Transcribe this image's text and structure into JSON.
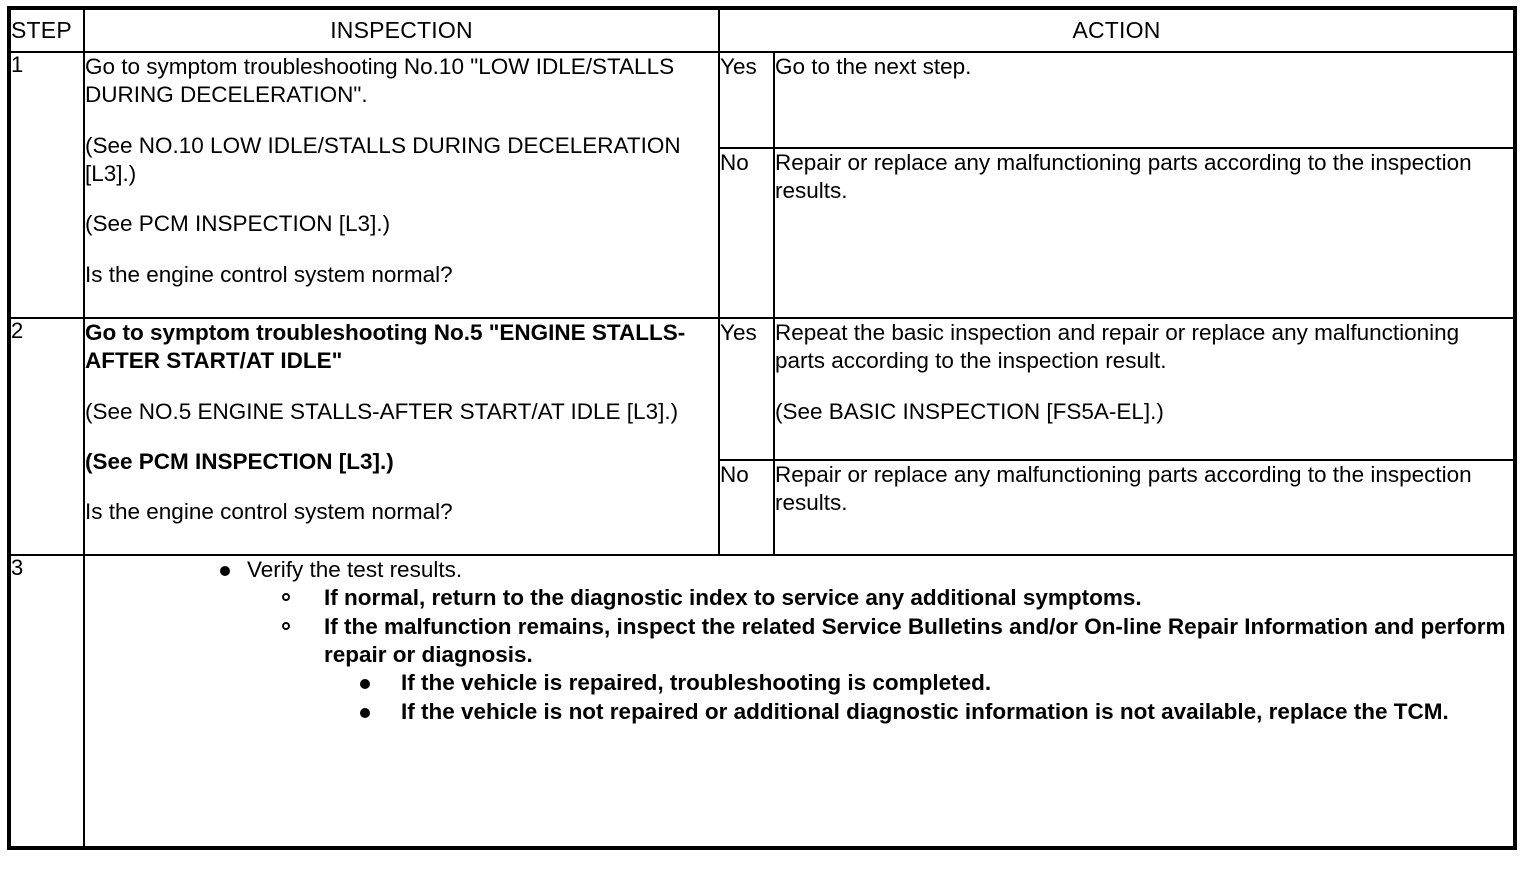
{
  "table": {
    "headers": {
      "step": "STEP",
      "inspection": "INSPECTION",
      "action": "ACTION"
    },
    "rows": [
      {
        "step": "1",
        "inspection_paragraphs": [
          "Go to symptom troubleshooting No.10 \"LOW IDLE/STALLS DURING DECELERATION\".",
          "(See NO.10 LOW IDLE/STALLS DURING DECELERATION [L3].)",
          "(See PCM INSPECTION [L3].)",
          "Is the engine control system normal?"
        ],
        "yes": {
          "label": "Yes",
          "paragraphs": [
            "Go to the next step."
          ]
        },
        "no": {
          "label": "No",
          "paragraphs": [
            "Repair or replace any malfunctioning parts according to the inspection results."
          ]
        }
      },
      {
        "step": "2",
        "inspection_paragraphs": [
          "Go to symptom troubleshooting No.5 \"ENGINE STALLS-AFTER START/AT IDLE\"",
          "(See NO.5 ENGINE STALLS-AFTER START/AT IDLE [L3].)",
          "(See PCM INSPECTION [L3].)",
          "Is the engine control system normal?"
        ],
        "yes": {
          "label": "Yes",
          "paragraphs": [
            "Repeat the basic inspection and repair or replace any malfunctioning parts according to the inspection result.",
            "(See BASIC INSPECTION [FS5A-EL].)"
          ]
        },
        "no": {
          "label": "No",
          "paragraphs": [
            "Repair or replace any malfunctioning parts according to the inspection results."
          ]
        }
      }
    ],
    "final_row": {
      "step": "3",
      "bullets": {
        "level1": "Verify the test results.",
        "level2": [
          "If normal, return to the diagnostic index to service any additional symptoms.",
          "If the malfunction remains, inspect the related Service Bulletins and/or On-line Repair Information and perform repair or diagnosis."
        ],
        "level3": [
          "If the vehicle is repaired, troubleshooting is completed.",
          "If the vehicle is not repaired or additional diagnostic information is not available, replace the TCM."
        ]
      }
    }
  }
}
